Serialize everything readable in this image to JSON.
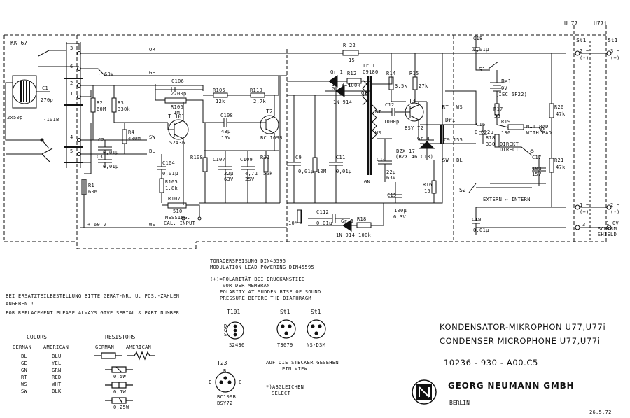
{
  "title_block": {
    "line1": "KONDENSATOR-MIKROPHON U77,U77i",
    "line2": "CONDENSER MICROPHONE U77,U77i",
    "drawing_no": "10236 - 930 - A00.C5",
    "company": "GEORG NEUMANN GMBH",
    "city": "BERLIN",
    "date": "26.5.72"
  },
  "top_labels": {
    "u77": "U 77",
    "u77i": "U77i"
  },
  "notes": {
    "powering_1": "TONADERSPEISUNG DIN45595",
    "powering_2": "MODULATION LEAD POWERING DIN45595",
    "polarity_1": "(+)=POLARITÄT BEI DRUCKANSTIEG",
    "polarity_2": "VOR DER MEMBRAN",
    "polarity_3": "POLARITY AT SUDDEN RISE OF SOUND",
    "polarity_4": "PRESSURE BEFORE THE DIAPHRAGM",
    "spare_de_1": "BEI ERSATZTEILBESTELLUNG BITTE GERÄT-NR. U. POS.-ZAHLEN",
    "spare_de_2": "ANGEBEN !",
    "spare_en": "FOR REPLACEMENT PLEASE ALWAYS GIVE SERIAL & PART NUMBER!",
    "view_1": "AUF DIE STECKER GESEHEN",
    "view_2": "PIN VIEW",
    "select_1": "*)ABGLEICHEN",
    "select_2": "SELECT"
  },
  "colors_table": {
    "heading": "COLORS",
    "col_german": "GERMAN",
    "col_american": "AMERICAN",
    "rows": [
      {
        "german": "BL",
        "american": "BLU"
      },
      {
        "german": "GE",
        "american": "YEL"
      },
      {
        "german": "GN",
        "american": "GRN"
      },
      {
        "german": "RT",
        "american": "RED"
      },
      {
        "german": "WS",
        "american": "WHT"
      },
      {
        "german": "SW",
        "american": "BLK"
      }
    ]
  },
  "resistors_legend": {
    "heading": "RESISTORS",
    "col_german": "GERMAN",
    "col_american": "AMERICAN",
    "ratings": [
      "0,5W",
      "0,1W",
      "0,25W"
    ]
  },
  "connectors": [
    {
      "name": "T101",
      "code": "S2436"
    },
    {
      "name": "St1",
      "code": "T3079"
    },
    {
      "name": "St1",
      "code": "NS-D3M"
    },
    {
      "name": "T23",
      "code": "BC109B",
      "code2": "BSY72"
    }
  ],
  "connector_pins": [
    "D",
    "G",
    "S",
    "B",
    "E",
    "C"
  ],
  "components": {
    "capsule": "KK 67",
    "capsule_cap": "2x50p",
    "c1": "C1",
    "c1v": "270p",
    "r2": "R2",
    "r2v": "60M",
    "r3": "R3",
    "r3v": "330k",
    "r4": "R4",
    "r4v": "400M",
    "c2": "C2",
    "c2v": "0,01µ",
    "c3": "C3",
    "c3v": "0,01µ",
    "r1": "R1",
    "r1v": "60M",
    "v60": "- 60V",
    "v60b": "+ 60 V",
    "v101": "-101B",
    "c106": "C106",
    "c106v": "2200p",
    "r106": "R106",
    "r106v": "1M",
    "t101": "T 101",
    "t101t": "S2436",
    "r105": "R105",
    "r105v": "12k",
    "r110": "R110",
    "r110v": "2,7k",
    "c108": "C108",
    "c108v": "43µ",
    "c108w": "15V",
    "t2": "T2",
    "t2t": "BC 109B",
    "r108": "R108",
    "c107": "C107",
    "c107v": "22µ",
    "c107w": "63V",
    "c109": "C109",
    "c109v": "4,7µ",
    "c109w": "25V",
    "r11": "R11",
    "r11v": "56k",
    "c104": "C104",
    "c104v": "0,01µ",
    "r105b": "R105",
    "r105bv": "1,8k",
    "r107": "R107",
    "r107v": "510",
    "messing1": "MESSING.",
    "messing2": "CAL. INPUT",
    "c9": "C9",
    "c9v": "0,01µ",
    "c11": "C11",
    "c11v": "0,01µ",
    "r10m": "10M",
    "c112": "C112",
    "c112v": "0,01µ",
    "r22": "R 22",
    "r22v": "15",
    "gr1": "Gr 1",
    "gr1t": "1N 914",
    "r12": "R12",
    "r12v": "100k",
    "gr2": "Gr 2",
    "gr2t": "1N 914",
    "tr1": "Tr 1",
    "tr1t": "C9180",
    "r14": "R14",
    "r14v": "3,5k",
    "r15": "R15",
    "r15v": "27k",
    "c12": "C12",
    "c12v": "1000p",
    "t3": "T3",
    "t3t": "BSY 72",
    "gr4": "Gr 4",
    "gr4t1": "BZX 17",
    "gr4t2": "(BZX 46 C13)",
    "c14": "C14",
    "c14v": "22µ",
    "c14w": "63V",
    "r16": "R16",
    "r16v": "15",
    "c15": "C15",
    "c15v": "100µ",
    "c15w": "6,3V",
    "gr3": "Gr 3",
    "gr3t": "1N 914",
    "r18": "R18",
    "r18v": "100k",
    "dr1": "Dr1",
    "dr1t": "C9 155",
    "c18": "C18",
    "c18v": "0,01µ",
    "s1": "S1",
    "ba1": "Ba1",
    "ba1v": "9V",
    "ba1t": "(IEC 6F22)",
    "r17": "R17",
    "r17v": "33",
    "c16": "C16",
    "c16v": "0,022µ",
    "r19": "R19",
    "r19v": "130",
    "r18b": "R18",
    "r18bv": "330",
    "mitpad1": "MIT PAD",
    "mitpad2": "WITH PAD",
    "direkt1": "DIREKT",
    "direkt2": "DIRECT",
    "r20": "R20",
    "r20v": "47k",
    "c17": "C17",
    "c17v": "10µ",
    "c17w": "15V",
    "r21": "R21",
    "r21v": "47k",
    "s2": "S2",
    "extern": "EXTERN ↔ INTERN",
    "c19": "C19",
    "c19v": "0,01µ",
    "st1a": "St1",
    "st1b": "St1",
    "schirm": "SCHIRM",
    "shield": "SHIELD",
    "v1v": "1 0V",
    "w_or": "OR",
    "w_ge": "GE",
    "w_ge2": "GE",
    "w_sw": "SW",
    "w_ws": "WS",
    "w_bl": "BL",
    "w_gn": "GN",
    "w_rt": "RT",
    "w_ws2": "WS",
    "w_ws3": "WS",
    "w_sw2": "SW",
    "w_bl2": "BL",
    "w_rt2": "RT",
    "w_ws4": "WS"
  },
  "pins": [
    "1",
    "2",
    "3",
    "4",
    "5",
    "6"
  ],
  "stereo_pins": [
    "2 ~",
    "(-)",
    "3 ~",
    "(+)",
    "1 ~",
    "(+)",
    "2 ~",
    "(-)",
    "3"
  ]
}
